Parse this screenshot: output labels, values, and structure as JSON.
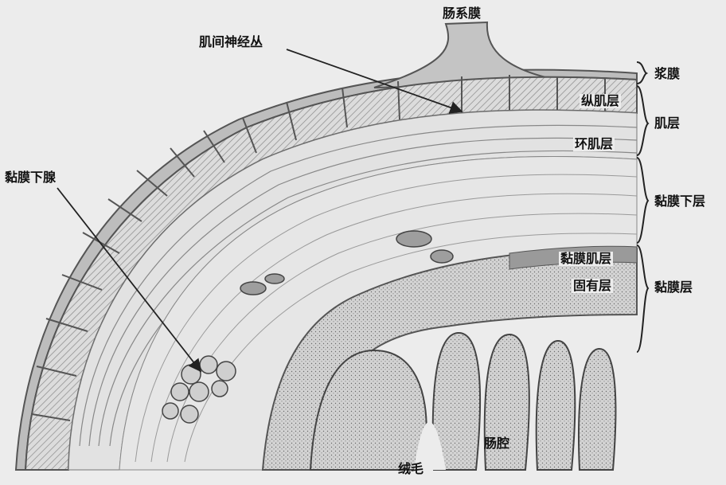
{
  "diagram": {
    "labels": {
      "mesentery": "肠系膜",
      "myenteric_plexus": "肌间神经丛",
      "serosa": "浆膜",
      "longitudinal_muscle": "纵肌层",
      "muscularis": "肌层",
      "circular_muscle": "环肌层",
      "submucosal_gland": "黏膜下腺",
      "submucosa": "黏膜下层",
      "muscularis_mucosae": "黏膜肌层",
      "lamina_propria": "固有层",
      "mucosa": "黏膜层",
      "lumen": "肠腔",
      "villi": "绒毛"
    }
  }
}
